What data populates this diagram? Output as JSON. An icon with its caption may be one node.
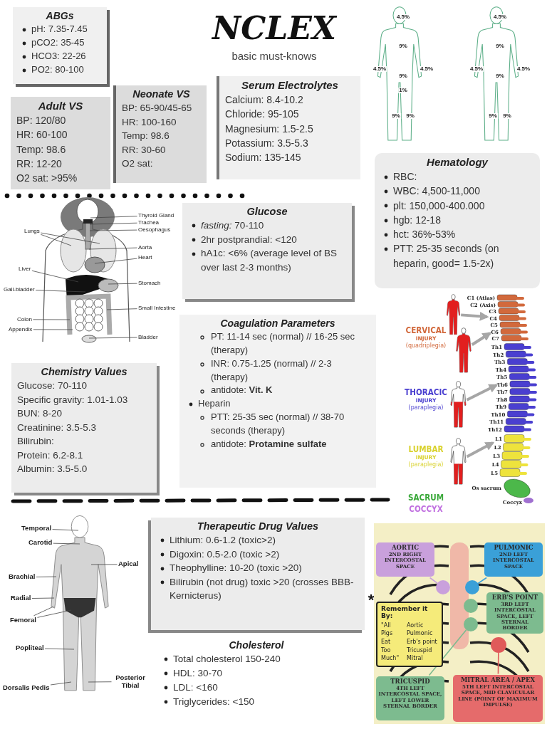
{
  "diagram": {
    "title": "NCLEX",
    "nodes": [
      {
        "text": [
          "ABGs",
          "pH: 7.35-7.45",
          "pCO2: 35-45",
          "HCO3: 22-26",
          "PO2: 80-100"
        ]
      },
      {
        "text": [
          "Adult VS",
          "BP: 120/80",
          "HR: 60-100",
          "Temp: 98.6",
          "RR: 12-20",
          "O2 sat: >95%"
        ]
      },
      {
        "text": [
          "Neonate VS",
          "BP: 65-90/45-65",
          "HR: 100-160",
          "Temp: 98.6",
          "RR: 30-60",
          "O2 sat:"
        ]
      },
      {
        "text": [
          "Serum Electrolytes",
          "Calcium: 8.4-10.2",
          "Chloride: 95-105",
          "Magnesium: 1.5-2.5",
          "Potassium: 3.5-5.3",
          "Sodium: 135-145"
        ]
      },
      {
        "text": [
          "Hematology",
          "RBC:",
          "WBC: 4,500-11,000",
          "plt: 150,000-400.000",
          "hgb: 12-18",
          "hct: 36%-53%",
          "PTT: 25-35 seconds (on heparin, good= 1.5-2x)"
        ]
      },
      {
        "text": [
          "Glucose",
          "*fasting:* 70-110",
          "2hr postprandial: <120",
          "hA1c: <6% (average level of BS over last 2-3 months)"
        ]
      },
      {
        "text": [
          "Coagulation Parameters",
          "PT: 11-14 sec (normal) // 16-25 sec (therapy)",
          "INR: 0.75-1.25 (normal) // 2-3 (therapy)",
          "antidote: **Vit. K**",
          "Heparin",
          "PTT: 25-35 sec (normal) // 38-70 seconds (therapy)",
          "antidote: **Protamine sulfate**"
        ]
      },
      {
        "text": [
          "Chemistry Values",
          "Glucose: 70-110",
          "Specific gravity: 1.01-1.03",
          "BUN: 8-20",
          "Creatinine: 3.5-5.3",
          "Bilirubin:",
          "Protein: 6.2-8.1",
          "Albumin: 3.5-5.0"
        ]
      },
      {
        "text": [
          "Therapeutic Drug Values",
          "Lithium: 0.6-1.2 (toxic>2)",
          "Digoxin: 0.5-2.0 (toxic >2)",
          "Theophylline: 10-20 (toxic >20)",
          "Bilirubin (not drug) toxic >20 (crosses BBB- Kernicterus)"
        ]
      },
      {
        "text": [
          "Thyroid Gland"
        ]
      },
      {
        "text": [
          "Trachea"
        ]
      },
      {
        "text": [
          "Oesophagus"
        ]
      },
      {
        "text": [
          "Lungs"
        ]
      },
      {
        "text": [
          "Aorta"
        ]
      },
      {
        "text": [
          "Heart"
        ]
      },
      {
        "text": [
          "Liver"
        ]
      },
      {
        "text": [
          "Stomach"
        ]
      },
      {
        "text": [
          "Gall-bladder"
        ]
      },
      {
        "text": [
          "Small Intestine"
        ]
      },
      {
        "text": [
          "Colon"
        ]
      },
      {
        "text": [
          "Appendix"
        ]
      },
      {
        "text": [
          "Bladder"
        ]
      },
      {
        "text": [
          "Temporal"
        ]
      },
      {
        "text": [
          "Carotid"
        ]
      },
      {
        "text": [
          "Apical"
        ]
      },
      {
        "text": [
          "Brachial"
        ]
      },
      {
        "text": [
          "Radial"
        ]
      },
      {
        "text": [
          "Femoral"
        ]
      },
      {
        "text": [
          "Popliteal"
        ]
      },
      {
        "text": [
          "Posterior Tibial"
        ]
      },
      {
        "text": [
          "Dorsalis Pedis"
        ]
      },
      {
        "text": [],
        "shape": "person"
      },
      {
        "text": [],
        "shape": "person"
      },
      {
        "text": [],
        "shape": "person"
      },
      {
        "text": [],
        "shape": "person"
      },
      {
        "text": [
          "AORTIC",
          "2ND RIGHT INTERCOSTAL SPACE"
        ]
      },
      {
        "text": [
          "PULMONIC",
          "2ND LEFT INTERCOSTAL SPACE"
        ]
      },
      {
        "text": [],
        "shape": "circle"
      },
      {
        "text": [],
        "shape": "circle"
      },
      {
        "text": [
          "ERB'S POINT",
          "3RD LEFT INTERCOSTAL SPACE, LEFT STERNAL BORDER"
        ]
      },
      {
        "text": [],
        "shape": "circle"
      },
      {
        "text": [
          "Remember it By:",
          "\"All",
          "Aortic",
          "Pigs",
          "Pulmonic",
          "Eat",
          "Erb's point",
          "Too",
          "Tricuspid",
          "Much\"",
          "Mitral"
        ]
      },
      {
        "text": [],
        "shape": "circle"
      },
      {
        "text": [],
        "shape": "circle"
      },
      {
        "text": [
          "TRICUSPID",
          "4TH LEFT INTERCOSTAL SPACE, LEFT LOWER STERNAL BORDER"
        ]
      },
      {
        "text": [
          "MITRAL AREA / APEX",
          "5TH LEFT INTERCOSTAL SPACE, MID CLAVICULAR LINE (POINT OF MAXIMUM IMPULSE)"
        ]
      },
      {
        "text": [],
        "shape": "picture"
      },
      {
        "text": [],
        "shape": "picture"
      },
      {
        "text": [],
        "shape": "picture"
      }
    ],
    "edges": [
      {
        "from": 9,
        "to": 46,
        "arrow": "none"
      },
      {
        "from": 10,
        "to": 46,
        "arrow": "none"
      },
      {
        "from": 11,
        "to": 46,
        "arrow": "none"
      },
      {
        "from": 12,
        "to": 46,
        "arrow": "none"
      },
      {
        "from": 12,
        "to": 46,
        "arrow": "none"
      },
      {
        "from": 13,
        "to": 46,
        "arrow": "none"
      },
      {
        "from": 14,
        "to": 46,
        "arrow": "none"
      },
      {
        "from": 15,
        "to": 46,
        "arrow": "none"
      },
      {
        "from": 16,
        "to": 46,
        "arrow": "none"
      },
      {
        "from": 17,
        "to": 46,
        "arrow": "none"
      },
      {
        "from": 18,
        "to": 46,
        "arrow": "none"
      },
      {
        "from": 19,
        "to": 46,
        "arrow": "none"
      },
      {
        "from": 20,
        "to": 46,
        "arrow": "none"
      },
      {
        "from": 21,
        "to": 46,
        "arrow": "none"
      },
      {
        "from": 22,
        "to": 47,
        "arrow": "none"
      },
      {
        "from": 23,
        "to": 47,
        "arrow": "none"
      },
      {
        "from": 24,
        "to": 47,
        "arrow": "none"
      },
      {
        "from": 25,
        "to": 47,
        "arrow": "none"
      },
      {
        "from": 26,
        "to": 47,
        "arrow": "none"
      },
      {
        "from": 27,
        "to": 47,
        "arrow": "none"
      },
      {
        "from": 27,
        "to": 47,
        "arrow": "none"
      },
      {
        "from": 28,
        "to": 47,
        "arrow": "none"
      },
      {
        "from": 29,
        "to": 47,
        "arrow": "none"
      },
      {
        "from": 30,
        "to": 47,
        "arrow": "none"
      },
      {
        "from": 31,
        "to": 48,
        "arrow": "to",
        "style": "thick",
        "color": "#a6a6a6"
      },
      {
        "from": 32,
        "to": 48,
        "arrow": "to",
        "style": "thick",
        "color": "#a6a6a6"
      },
      {
        "from": 33,
        "to": 48,
        "arrow": "to",
        "style": "thick",
        "color": "#a6a6a6"
      },
      {
        "from": 34,
        "to": 48,
        "arrow": "to",
        "style": "thick",
        "color": "#a6a6a6"
      },
      {
        "from": 35,
        "to": 37,
        "arrow": "none",
        "color": "#c9a0dc"
      },
      {
        "from": 36,
        "to": 38,
        "arrow": "none",
        "color": "#3aa0d8"
      },
      {
        "from": 44,
        "to": 42,
        "arrow": "none",
        "color": "#7dbb8f"
      },
      {
        "from": 45,
        "to": 43,
        "arrow": "none",
        "color": "#e05a5a"
      }
    ],
    "labels": [
      "basic must-knows",
      "4.5%",
      "9%",
      "4.5%",
      "4.5%",
      "9%",
      "1%",
      "9%",
      "9%",
      "4.5%",
      "9%",
      "4.5%",
      "4.5%",
      "9%",
      "9%",
      "9%",
      "CERVICAL",
      "INJURY",
      "(quadriplegia)",
      "THORACIC",
      "INJURY",
      "(paraplegia)",
      "LUMBAR",
      "INJURY",
      "(paraplegia)",
      "SACRUM",
      "COCCYX",
      "C1 (Atlas)",
      "C2 (Axis)",
      "C3",
      "C4",
      "C5",
      "C6",
      "C7",
      "Th1",
      "Th2",
      "Th3",
      "Th4",
      "Th5",
      "Th6",
      "Th7",
      "Th8",
      "Th9",
      "Th10",
      "Th11",
      "Th12",
      "L1",
      "L2",
      "L3",
      "L4",
      "L5",
      "Os sacrum",
      "Coccyx",
      "Cholesterol",
      "Total cholesterol 150-240",
      "HDL: 30-70",
      "LDL: <160",
      "Triglycerides: <150",
      "*"
    ]
  }
}
